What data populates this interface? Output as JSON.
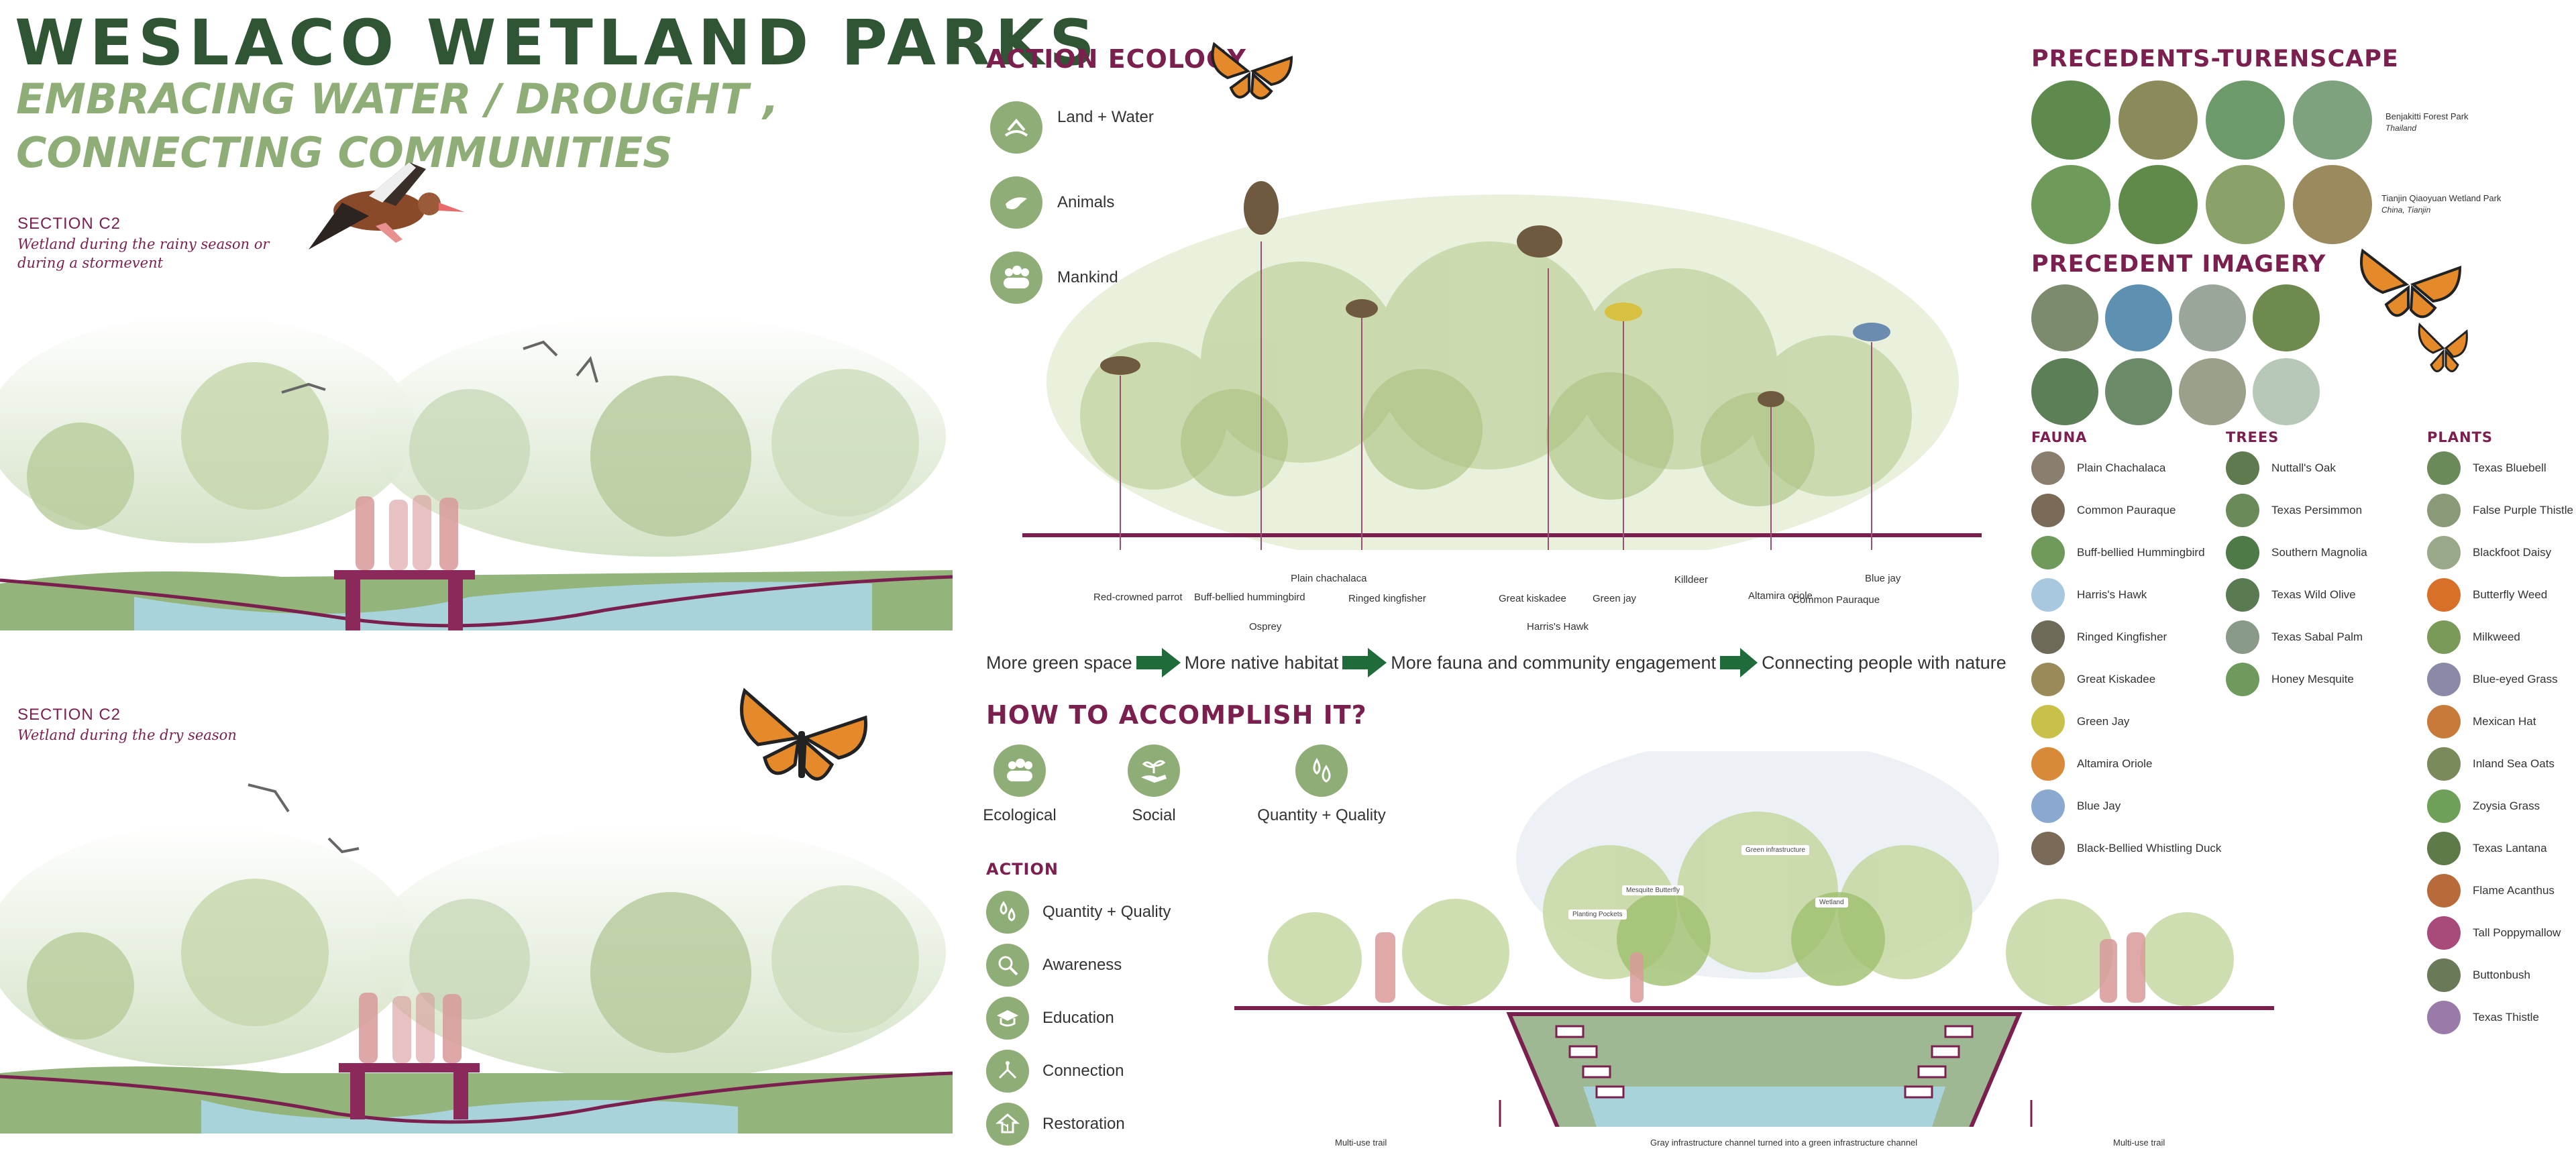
{
  "header": {
    "title": "WESLACO WETLAND PARKS",
    "subtitle": "EMBRACING WATER / DROUGHT , CONNECTING COMMUNITIES"
  },
  "sections": [
    {
      "head": "SECTION C2",
      "sub": "Wetland during the rainy season or during a stormevent"
    },
    {
      "head": "SECTION C2",
      "sub": "Wetland during the dry season"
    }
  ],
  "action_ecology": {
    "title": "ACTION ECOLOGY",
    "items": [
      {
        "label": "Land + Water",
        "icon": "land-water-icon"
      },
      {
        "label": "Animals",
        "icon": "bird-icon"
      },
      {
        "label": "Mankind",
        "icon": "people-icon"
      }
    ]
  },
  "bird_labels": [
    "Red-crowned parrot",
    "Buff-bellied hummingbird",
    "Osprey",
    "Plain chachalaca",
    "Ringed kingfisher",
    "Great kiskadee",
    "Harris's Hawk",
    "Green jay",
    "Killdeer",
    "Altamira oriole",
    "Common Pauraque",
    "Blue jay"
  ],
  "flow": [
    "More green space",
    "More native habitat",
    "More fauna and community engagement",
    "Connecting people with nature"
  ],
  "how": {
    "title": "HOW TO ACCOMPLISH IT?",
    "items": [
      "Ecological",
      "Social",
      "Quantity + Quality"
    ]
  },
  "action": {
    "title": "ACTION",
    "items": [
      "Quantity + Quality",
      "Awareness",
      "Education",
      "Connection",
      "Restoration"
    ]
  },
  "channel": {
    "left_trail": "Multi-use trail",
    "center": "Gray infrastructure channel turned into a green infrastructure channel",
    "right_trail": "Multi-use trail",
    "tags": [
      "Green infrastructure",
      "Mesquite Butterfly",
      "Planting Pockets",
      "Wetland"
    ]
  },
  "precedents": {
    "title": "PRECEDENTS-TURENSCAPE",
    "p1_name": "Benjakitti Forest Park",
    "p1_loc": "Thailand",
    "p2_name": "Tianjin Qiaoyuan Wetland Park",
    "p2_loc": "China, Tianjin",
    "imagery_title": "PRECEDENT IMAGERY"
  },
  "fauna": {
    "title": "FAUNA",
    "items": [
      "Plain Chachalaca",
      "Common Pauraque",
      "Buff-bellied Hummingbird",
      "Harris's Hawk",
      "Ringed Kingfisher",
      "Great Kiskadee",
      "Green Jay",
      "Altamira Oriole",
      "Blue Jay",
      "Black-Bellied Whistling Duck"
    ]
  },
  "trees": {
    "title": "TREES",
    "items": [
      "Nuttall's Oak",
      "Texas Persimmon",
      "Southern Magnolia",
      "Texas Wild Olive",
      "Texas Sabal Palm",
      "Honey Mesquite"
    ]
  },
  "plants": {
    "title": "PLANTS",
    "items": [
      "Texas Bluebell",
      "False Purple Thistle",
      "Blackfoot Daisy",
      "Butterfly Weed",
      "Milkweed",
      "Blue-eyed Grass",
      "Mexican Hat",
      "Inland Sea Oats",
      "Zoysia Grass",
      "Texas Lantana",
      "Flame Acanthus",
      "Tall Poppymallow",
      "Buttonbush",
      "Texas Thistle"
    ]
  },
  "colors": {
    "accent": "#7b1f4e",
    "title_green": "#2f5535",
    "sage": "#8fae77",
    "arrow": "#1f6b3a",
    "water": "#a9d3da"
  }
}
